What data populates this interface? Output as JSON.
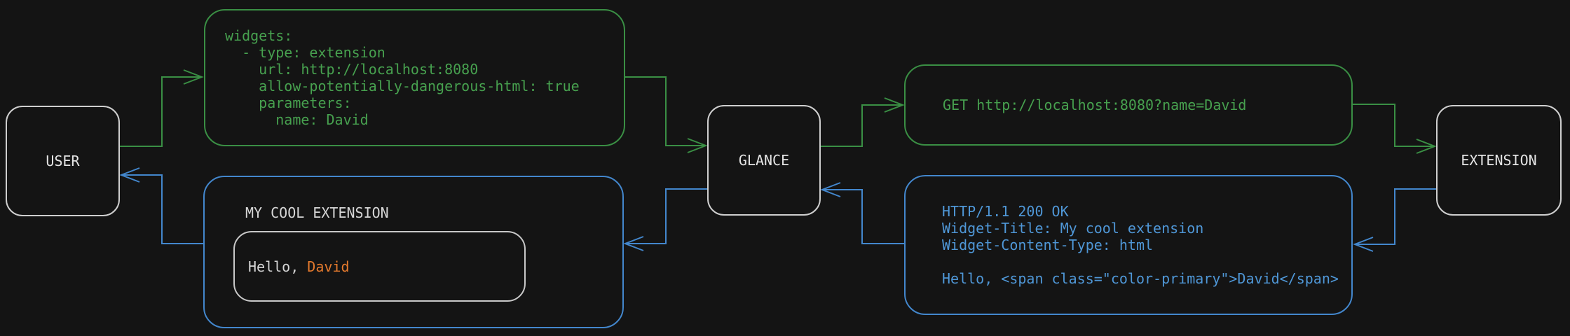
{
  "colors": {
    "bg": "#141414",
    "green": "#3a8f44",
    "green-text": "#47a14f",
    "blue": "#4387cd",
    "blue-text": "#4f97d7",
    "node-border": "#cfcfcf",
    "node-text": "#e4e4e4",
    "white-text": "#d6d6d6",
    "inner-border": "#c9c9c9",
    "orange": "#e57a2d"
  },
  "nodes": {
    "user": "USER",
    "glance": "GLANCE",
    "extension": "EXTENSION"
  },
  "config_box": {
    "lines": [
      "widgets:",
      "  - type: extension",
      "    url: http://localhost:8080",
      "    allow-potentially-dangerous-html: true",
      "    parameters:",
      "      name: David"
    ]
  },
  "request_box": {
    "line": "GET http://localhost:8080?name=David"
  },
  "response_box": {
    "lines": [
      "HTTP/1.1 200 OK",
      "Widget-Title: My cool extension",
      "Widget-Content-Type: html",
      "",
      "Hello, <span class=\"color-primary\">David</span>"
    ]
  },
  "widget_box": {
    "title": "MY COOL EXTENSION",
    "greeting_prefix": "Hello, ",
    "greeting_name": "David"
  }
}
